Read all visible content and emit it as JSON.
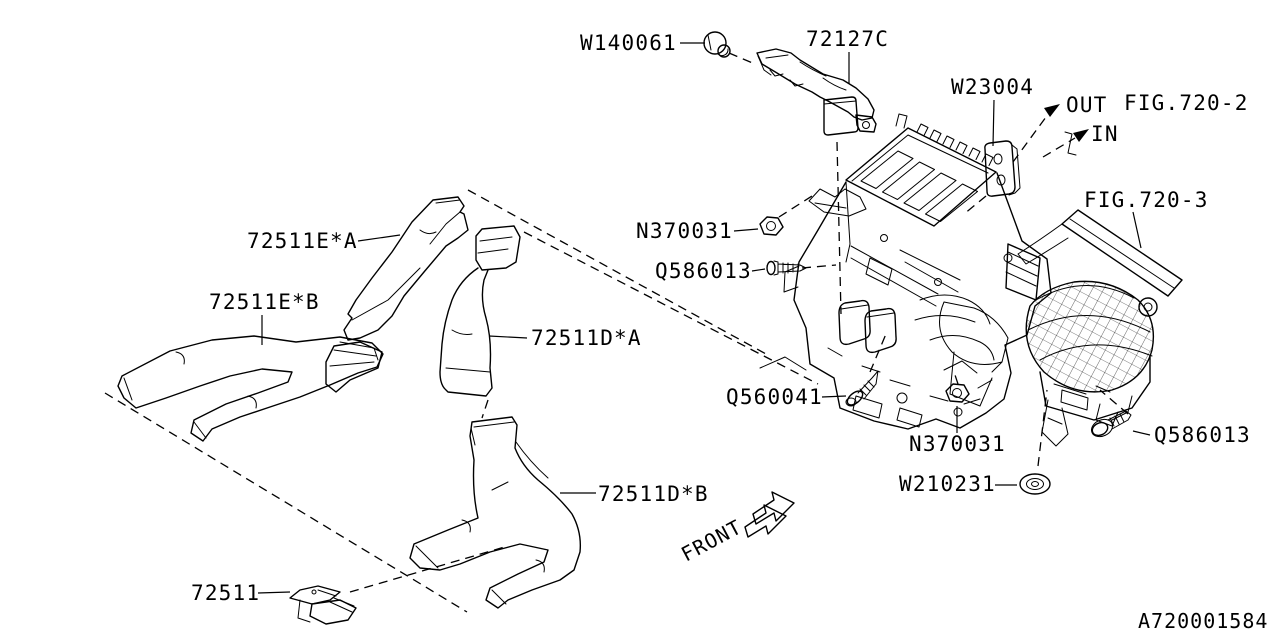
{
  "diagram": {
    "id": "A720001584",
    "direction_label": "FRONT",
    "flow": {
      "out": "OUT",
      "in": "IN"
    },
    "figure_refs": {
      "fig720_2": "FIG.720-2",
      "fig720_3": "FIG.720-3"
    },
    "colors": {
      "line": "#000000",
      "background": "#ffffff"
    },
    "labels": {
      "w140061": "W140061",
      "duct_72127c": "72127C",
      "w23004": "W23004",
      "n370031_top": "N370031",
      "q586013_mid": "Q586013",
      "duct_e_a": "72511E*A",
      "duct_e_b": "72511E*B",
      "duct_d_a": "72511D*A",
      "q560041": "Q560041",
      "n370031_bottom": "N370031",
      "w210231": "W210231",
      "q586013_right": "Q586013",
      "duct_d_b": "72511D*B",
      "bracket_72511": "72511"
    }
  }
}
